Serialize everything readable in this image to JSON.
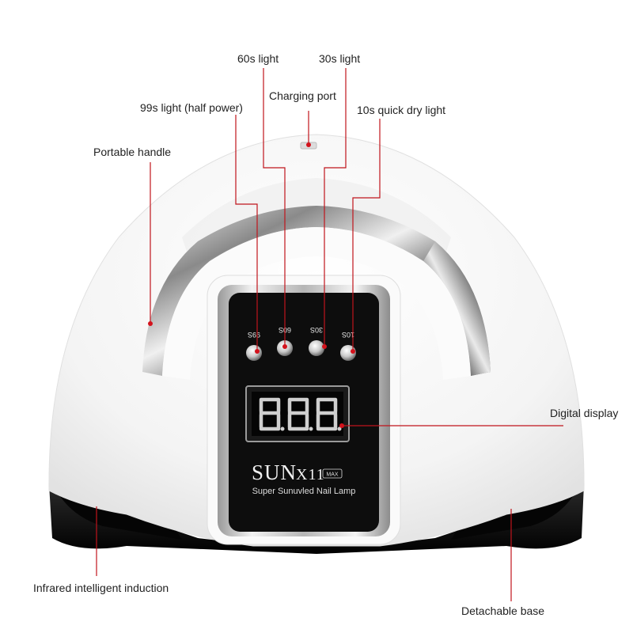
{
  "callouts": {
    "light_60s": "60s light",
    "light_30s": "30s light",
    "charging_port": "Charging port",
    "light_99s": "99s light (half power)",
    "light_10s": "10s quick dry light",
    "portable_handle": "Portable handle",
    "digital_display": "Digital display",
    "infrared": "Infrared intelligent induction",
    "detachable_base": "Detachable base"
  },
  "panel": {
    "buttons": [
      "99S",
      "60S",
      "30S",
      "10S"
    ],
    "display_digits": [
      "8.",
      "8.",
      "8."
    ],
    "brand": "SUN",
    "model": "X11",
    "model_tag": "MAX",
    "subtitle": "Super Sunuvled Nail Lamp"
  },
  "colors": {
    "accent_red": "#d3121c",
    "body_white": "#f7f7f7",
    "panel_black": "#0d0d0d",
    "chrome": "#c8c8c8"
  }
}
